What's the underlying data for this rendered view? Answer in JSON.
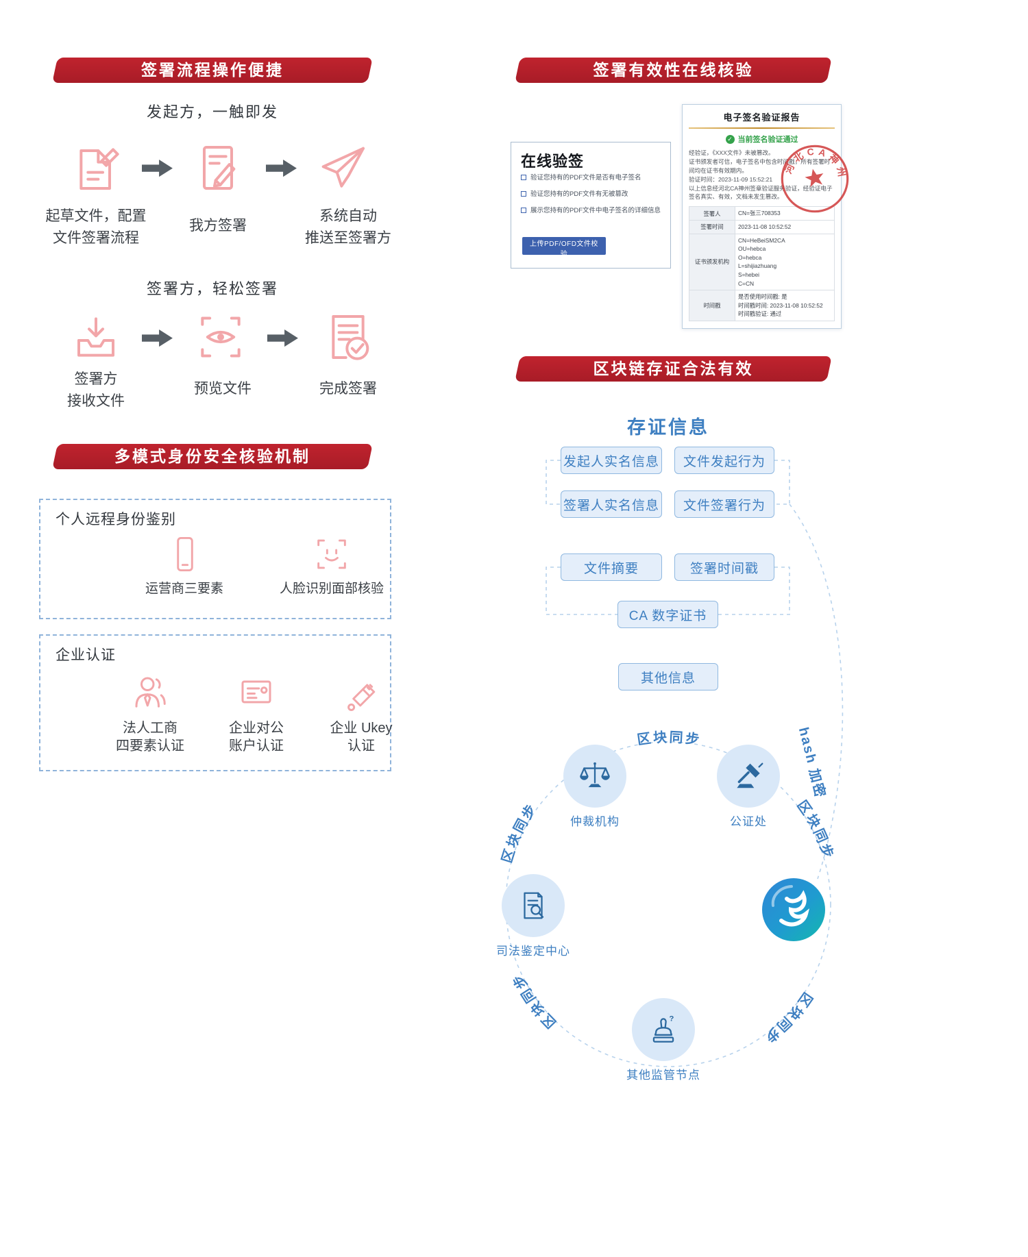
{
  "colors": {
    "accent_red": "#b01f2a",
    "accent_blue": "#3e7fc1",
    "icon_pink": "#f2a6a9"
  },
  "icons": {
    "check": "✓",
    "question": "?"
  },
  "left": {
    "banner_flow": "签署流程操作便捷",
    "initiator_title": "发起方，一触即发",
    "flow1": [
      "起草文件，配置\n文件签署流程",
      "我方签署",
      "系统自动\n推送至签署方"
    ],
    "signer_title": "签署方，轻松签署",
    "flow2": [
      "签署方\n接收文件",
      "预览文件",
      "完成签署"
    ],
    "banner_identity": "多模式身份安全核验机制",
    "personal": {
      "title": "个人远程身份鉴别",
      "items": [
        "运营商三要素",
        "人脸识别面部核验"
      ]
    },
    "enterprise": {
      "title": "企业认证",
      "items": [
        "法人工商\n四要素认证",
        "企业对公\n账户认证",
        "企业 Ukey\n认证"
      ]
    }
  },
  "right": {
    "banner_verify": "签署有效性在线核验",
    "verify_panel": {
      "title": "在线验签",
      "items": [
        "验证您持有的PDF文件是否有电子签名",
        "验证您持有的PDF文件有无被篡改",
        "展示您持有的PDF文件中电子签名的详细信息"
      ],
      "button": "上传PDF/OFD文件校验"
    },
    "report": {
      "title": "电子签名验证报告",
      "status": "当前签名验证通过",
      "summary_lines": [
        "经验证，《XXX文件》未被篡改。",
        "证书颁发者可信，电子签名中包含时间戳，所有签署时间均在证书有效期内。",
        "验证时间：2023-11-09 15:52:21",
        "以上信息经河北CA神州签章验证服务验证，经验证电子签名真实、有效，文档未发生篡改。"
      ],
      "stamp_text": "河北CA神州",
      "table": [
        {
          "label": "签署人",
          "value": "CN=张三708353"
        },
        {
          "label": "签署时间",
          "value": "2023-11-08  10:52:52"
        },
        {
          "label": "证书颁发机构",
          "value": "CN=HeBeiSM2CA\nOU=hebca\nO=hebca\nL=shijiazhuang\nS=hebei\nC=CN"
        },
        {
          "label": "时间戳",
          "value": "是否使用时间戳: 是\n时间戳时间: 2023-11-08  10:52:52\n时间戳验证: 通过"
        }
      ]
    },
    "banner_blockchain": "区块链存证合法有效",
    "evidence": {
      "title": "存证信息",
      "boxes": [
        "发起人实名信息",
        "文件发起行为",
        "签署人实名信息",
        "文件签署行为",
        "文件摘要",
        "签署时间戳",
        "CA 数字证书",
        "其他信息"
      ]
    },
    "network": {
      "sync_label": "区块同步",
      "hash_label": "hash 加密",
      "nodes": [
        "仲裁机构",
        "公证处",
        "司法鉴定中心",
        "其他监管节点"
      ]
    }
  }
}
